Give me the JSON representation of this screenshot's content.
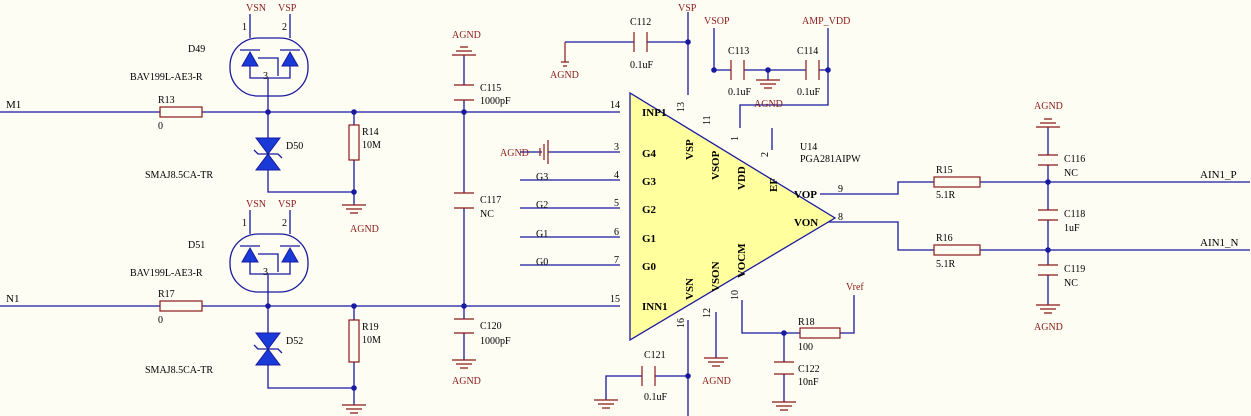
{
  "nets": {
    "vsn": "VSN",
    "vsp": "VSP",
    "vsop": "VSOP",
    "amp_vdd": "AMP_VDD",
    "agnd": "AGND",
    "m1": "M1",
    "n1": "N1",
    "ain1_p": "AIN1_P",
    "ain1_n": "AIN1_N",
    "vref": "Vref",
    "g0": "G0",
    "g1": "G1",
    "g2": "G2",
    "g3": "G3"
  },
  "components": {
    "d49": {
      "ref": "D49",
      "part": "BAV199L-AE3-R"
    },
    "d51": {
      "ref": "D51",
      "part": "BAV199L-AE3-R"
    },
    "d50": {
      "ref": "D50",
      "part": "SMAJ8.5CA-TR"
    },
    "d52": {
      "ref": "D52",
      "part": "SMAJ8.5CA-TR"
    },
    "r13": {
      "ref": "R13",
      "value": "0"
    },
    "r17": {
      "ref": "R17",
      "value": "0"
    },
    "r14": {
      "ref": "R14",
      "value": "10M"
    },
    "r19": {
      "ref": "R19",
      "value": "10M"
    },
    "r15": {
      "ref": "R15",
      "value": "5.1R"
    },
    "r16": {
      "ref": "R16",
      "value": "5.1R"
    },
    "r18": {
      "ref": "R18",
      "value": "100"
    },
    "c115": {
      "ref": "C115",
      "value": "1000pF"
    },
    "c117": {
      "ref": "C117",
      "value": "NC"
    },
    "c120": {
      "ref": "C120",
      "value": "1000pF"
    },
    "c112": {
      "ref": "C112",
      "value": "0.1uF"
    },
    "c113": {
      "ref": "C113",
      "value": "0.1uF"
    },
    "c114": {
      "ref": "C114",
      "value": "0.1uF"
    },
    "c121": {
      "ref": "C121",
      "value": "0.1uF"
    },
    "c122": {
      "ref": "C122",
      "value": "10nF"
    },
    "c116": {
      "ref": "C116",
      "value": "NC"
    },
    "c118": {
      "ref": "C118",
      "value": "1uF"
    },
    "c119": {
      "ref": "C119",
      "value": "NC"
    },
    "u14": {
      "ref": "U14",
      "part": "PGA281AIPW"
    }
  },
  "u14_pins": {
    "inp1": "INP1",
    "inn1": "INN1",
    "g4": "G4",
    "g3": "G3",
    "g2": "G2",
    "g1": "G1",
    "g0": "G0",
    "vsp": "VSP",
    "vsop": "VSOP",
    "vdd": "VDD",
    "ef": "EF",
    "vop": "VOP",
    "von": "VON",
    "vsn": "VSN",
    "vson": "VSON",
    "vocm": "VOCM"
  },
  "pin_numbers": {
    "p1": "1",
    "p2": "2",
    "p3": "3",
    "p4": "4",
    "p5": "5",
    "p6": "6",
    "p7": "7",
    "p8": "8",
    "p9": "9",
    "p10": "10",
    "p11": "11",
    "p12": "12",
    "p13": "13",
    "p14": "14",
    "p15": "15",
    "p16": "16"
  },
  "colors": {
    "wire": "#1a1aa0",
    "component_body": "#8b1a1a",
    "amplifier_fill": "#ffff9e",
    "diode_fill": "#1a3ad8",
    "background": "#fdfdf3"
  }
}
